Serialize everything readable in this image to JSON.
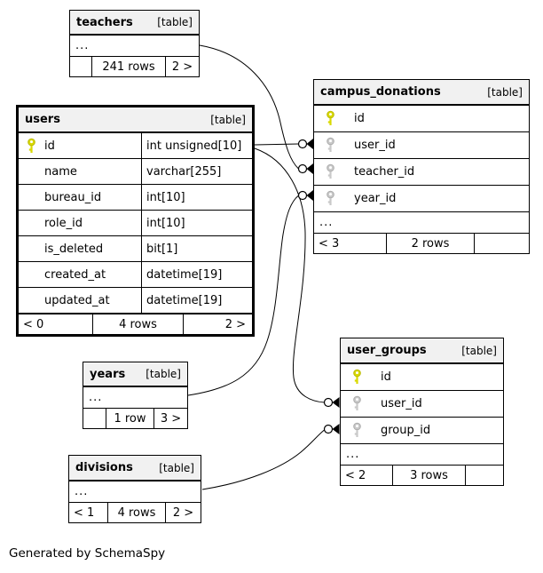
{
  "caption": "Generated by SchemaSpy",
  "colors": {
    "primary_key": "#d9d900",
    "foreign_key": "#c9c9c9",
    "header_bg": "#f1f1f1",
    "line": "#000000"
  },
  "tables": {
    "teachers": {
      "name": "teachers",
      "tag": "[table]",
      "ellipsis": "...",
      "footer": [
        "",
        "241 rows",
        "2 >"
      ]
    },
    "users": {
      "name": "users",
      "tag": "[table]",
      "columns": [
        {
          "name": "id",
          "type": "int unsigned[10]",
          "key": "primary"
        },
        {
          "name": "name",
          "type": "varchar[255]",
          "key": ""
        },
        {
          "name": "bureau_id",
          "type": "int[10]",
          "key": ""
        },
        {
          "name": "role_id",
          "type": "int[10]",
          "key": ""
        },
        {
          "name": "is_deleted",
          "type": "bit[1]",
          "key": ""
        },
        {
          "name": "created_at",
          "type": "datetime[19]",
          "key": ""
        },
        {
          "name": "updated_at",
          "type": "datetime[19]",
          "key": ""
        }
      ],
      "footer": [
        "< 0",
        "4 rows",
        "2 >"
      ]
    },
    "campus_donations": {
      "name": "campus_donations",
      "tag": "[table]",
      "ellipsis": "...",
      "columns": [
        {
          "name": "id",
          "key": "primary"
        },
        {
          "name": "user_id",
          "key": "foreign"
        },
        {
          "name": "teacher_id",
          "key": "foreign"
        },
        {
          "name": "year_id",
          "key": "foreign"
        }
      ],
      "footer": [
        "< 3",
        "2 rows",
        ""
      ]
    },
    "user_groups": {
      "name": "user_groups",
      "tag": "[table]",
      "ellipsis": "...",
      "columns": [
        {
          "name": "id",
          "key": "primary"
        },
        {
          "name": "user_id",
          "key": "foreign"
        },
        {
          "name": "group_id",
          "key": "foreign"
        }
      ],
      "footer": [
        "< 2",
        "3 rows",
        ""
      ]
    },
    "years": {
      "name": "years",
      "tag": "[table]",
      "ellipsis": "...",
      "footer": [
        "",
        "1 row",
        "3 >"
      ]
    },
    "divisions": {
      "name": "divisions",
      "tag": "[table]",
      "ellipsis": "...",
      "footer": [
        "< 1",
        "4 rows",
        "2 >"
      ]
    }
  },
  "relationships": [
    {
      "from": "users.id",
      "to": "campus_donations.user_id"
    },
    {
      "from": "teachers",
      "to": "campus_donations.teacher_id"
    },
    {
      "from": "years",
      "to": "campus_donations.year_id"
    },
    {
      "from": "users.id",
      "to": "user_groups.user_id"
    },
    {
      "from": "divisions",
      "to": "user_groups.group_id"
    }
  ]
}
